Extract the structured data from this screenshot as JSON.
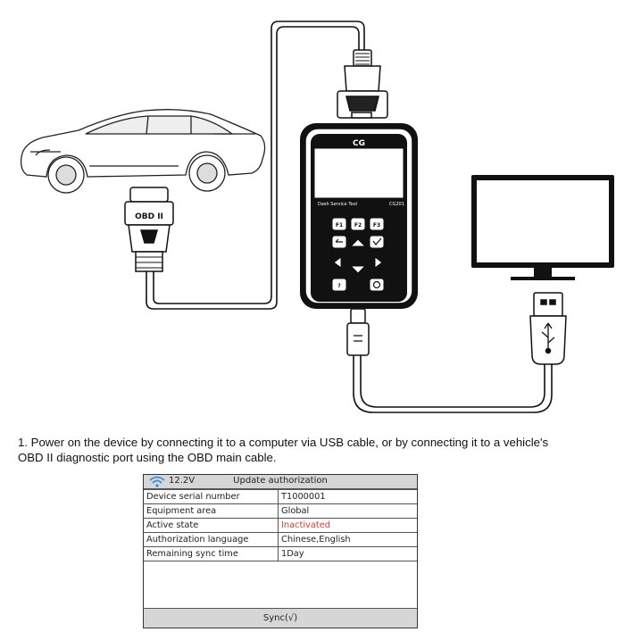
{
  "diagram": {
    "obd_label": "OBD II",
    "device_logo": "CG",
    "device_name": "Dash Service Tool",
    "device_model": "CG201",
    "keys": {
      "f1": "F1",
      "f2": "F2",
      "f3": "F3",
      "help": "?",
      "icons": [
        "back-icon",
        "up-icon",
        "check-icon",
        "left-icon",
        "right-icon",
        "down-icon",
        "power-icon"
      ]
    },
    "cables": [
      "obd-main-cable",
      "usb-cable"
    ]
  },
  "instruction": {
    "line1": "1. Power on the device by connecting it to a computer via USB cable, or by connecting it to a vehicle's",
    "line2": "OBD II diagnostic port using the OBD main cable."
  },
  "screen": {
    "voltage": "12.2V",
    "title": "Update authorization",
    "rows": [
      {
        "label": "Device serial number",
        "value": "T1000001"
      },
      {
        "label": "Equipment area",
        "value": "Global"
      },
      {
        "label": "Active state",
        "value": "Inactivated"
      },
      {
        "label": "Authorization language",
        "value": "Chinese,English"
      },
      {
        "label": "Remaining sync time",
        "value": "1Day"
      }
    ],
    "footer_button": "Sync(√)",
    "colors": {
      "bar": "#d6d6d6",
      "inactive": "#e03a2c"
    }
  }
}
